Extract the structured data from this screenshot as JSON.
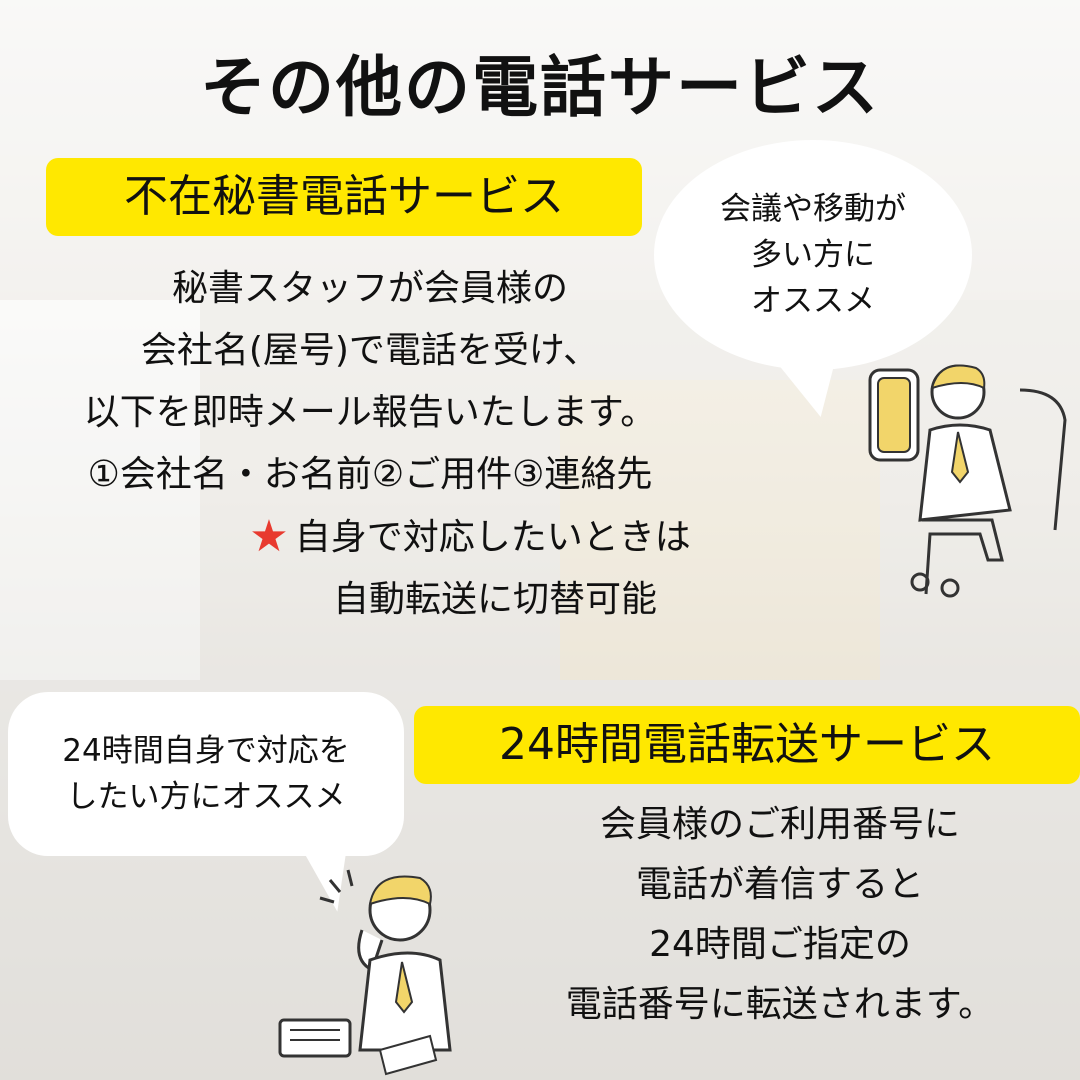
{
  "title": "その他の電話サービス",
  "section1": {
    "tag": "不在秘書電話サービス",
    "bubble_lines": [
      "会議や移動が",
      "多い方に",
      "オススメ"
    ],
    "lines": [
      "秘書スタッフが会員様の",
      "会社名(屋号)で電話を受け、",
      "以下を即時メール報告いたします。",
      "①会社名・お名前②ご用件③連絡先"
    ],
    "star_icon": "★",
    "star_color": "#e83a2f",
    "note_lines": [
      "自身で対応したいときは",
      "自動転送に切替可能"
    ]
  },
  "section2": {
    "tag": "24時間電話転送サービス",
    "bubble_lines": [
      "24時間自身で対応を",
      "したい方にオススメ"
    ],
    "lines": [
      "会員様のご利用番号に",
      "電話が着信すると",
      "24時間ご指定の",
      "電話番号に転送されます。"
    ]
  },
  "colors": {
    "highlight": "#ffe800",
    "accent_hair": "#f2d56a"
  },
  "icons": {
    "figure1": "businessman-sitting-illustration",
    "figure2": "businessman-on-phone-illustration"
  }
}
